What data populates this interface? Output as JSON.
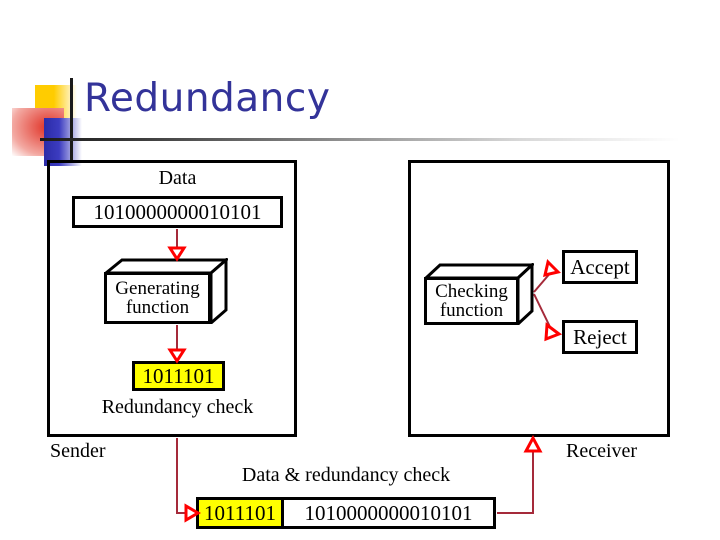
{
  "slide": {
    "title": "Redundancy"
  },
  "sender": {
    "panel_label": "Sender",
    "data_caption": "Data",
    "data_bits": "1010000000010101",
    "generating_function_line1": "Generating",
    "generating_function_line2": "function",
    "redundancy_bits": "1011101",
    "redundancy_caption": "Redundancy check"
  },
  "receiver": {
    "panel_label": "Receiver",
    "checking_function_line1": "Checking",
    "checking_function_line2": "function",
    "accept_label": "Accept",
    "reject_label": "Reject"
  },
  "transmission": {
    "caption": "Data & redundancy check",
    "redundancy_segment": "1011101",
    "data_segment": "1010000000010101"
  },
  "colors": {
    "title_text": "#333399",
    "arrow_line": "#A52A3A",
    "arrow_head": "#FF0000",
    "highlight_fill": "#FFFF00",
    "frame_stroke": "#000000",
    "deco_yellow": "#FFCC00",
    "deco_red": "#E03024",
    "deco_blue": "#2B2BA8"
  }
}
